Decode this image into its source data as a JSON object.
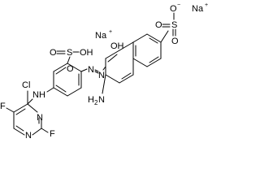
{
  "molecule": {
    "atoms": {
      "na_1": "Na",
      "na_2": "Na",
      "oxygen_1": "O",
      "oxygen_2": "O",
      "oxygen_3": "O",
      "hydroxy": "OH",
      "sulfur_1": "S",
      "sulfur_2": "S",
      "sulfonic_oh": "OH",
      "sulfonic_o1": "O",
      "sulfonic_o2": "O",
      "amino_h": "H",
      "amino_n": "N",
      "amino_sub": "2",
      "azo_n1": "N",
      "azo_n2": "N",
      "nh_n": "N",
      "nh_h": "H",
      "chloro": "Cl",
      "fluoro_1": "F",
      "fluoro_2": "F",
      "ring_n1": "N",
      "ring_n2": "N",
      "charge_plus": "+",
      "charge_minus": "−"
    }
  }
}
